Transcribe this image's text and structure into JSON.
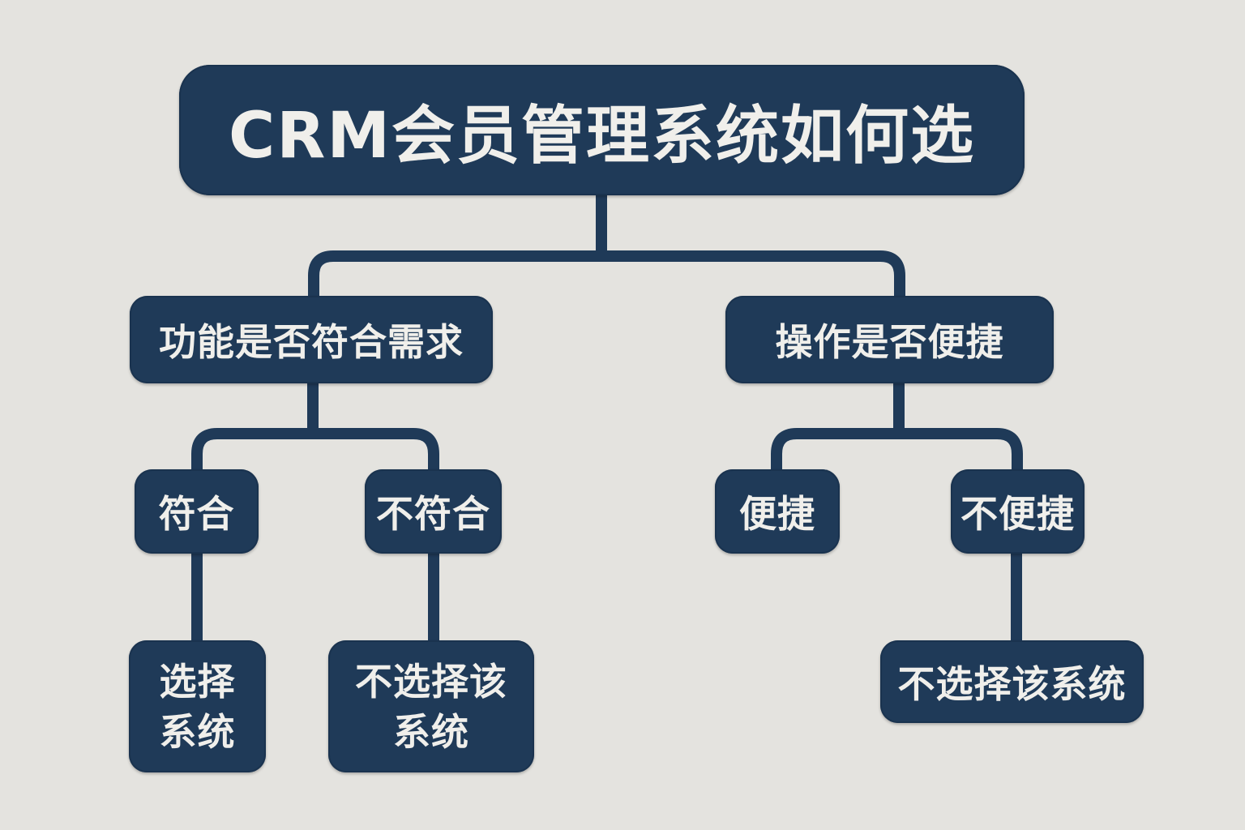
{
  "diagram": {
    "type": "decision-tree",
    "colors": {
      "background": "#e4e3df",
      "node_fill": "#1f3a58",
      "node_text": "#f0efeb",
      "connector": "#1f3a58"
    },
    "root": {
      "label": "CRM会员管理系统如何选"
    },
    "branches": [
      {
        "id": "func",
        "label": "功能是否符合需求",
        "children": [
          {
            "id": "fit",
            "label": "符合",
            "result": {
              "lines": [
                "选择",
                "系统"
              ]
            }
          },
          {
            "id": "nofit",
            "label": "不符合",
            "result": {
              "lines": [
                "不选择该",
                "系统"
              ]
            }
          }
        ]
      },
      {
        "id": "op",
        "label": "操作是否便捷",
        "children": [
          {
            "id": "easy",
            "label": "便捷"
          },
          {
            "id": "noeasy",
            "label": "不便捷",
            "result": {
              "lines": [
                "不选择该系统"
              ]
            }
          }
        ]
      }
    ]
  }
}
